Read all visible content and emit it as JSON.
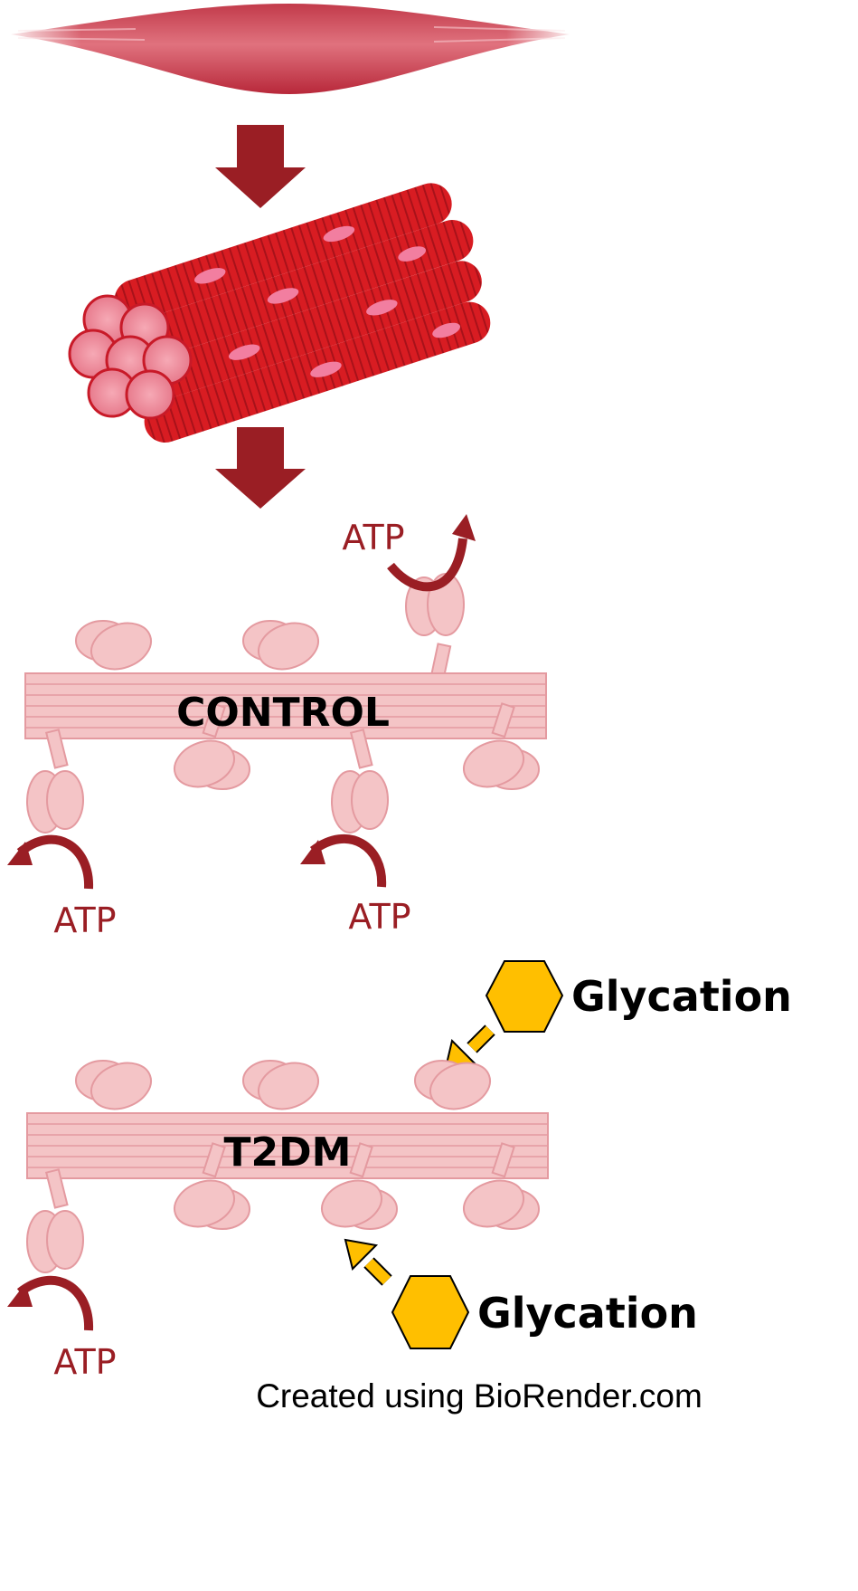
{
  "labels": {
    "control": "CONTROL",
    "t2dm": "T2DM",
    "atp": "ATP",
    "glycation": "Glycation",
    "credit": "Created using BioRender.com"
  },
  "colors": {
    "dark_red": "#9a1e24",
    "muscle_red": "#d81c22",
    "fiber_pink": "#f4c4c6",
    "fiber_stroke": "#e49aa0",
    "glycation_yellow": "#ffbf00"
  },
  "icons": [
    "muscle-icon",
    "muscle-bundle-icon",
    "down-arrow-icon",
    "myosin-head-icon",
    "curved-arrow-icon",
    "hexagon-icon"
  ]
}
